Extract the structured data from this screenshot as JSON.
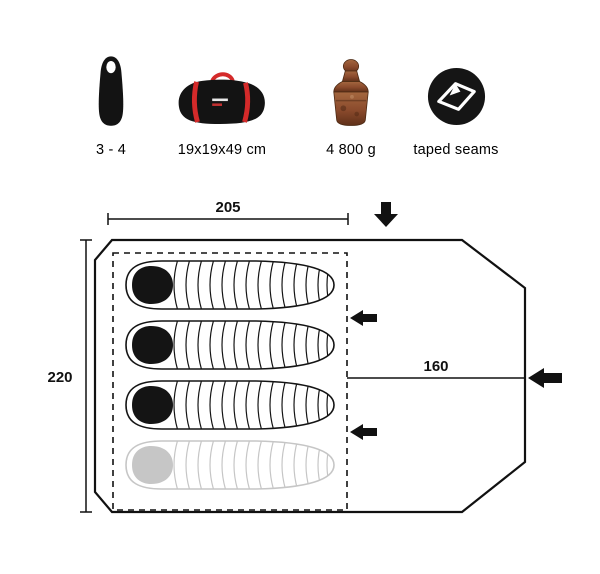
{
  "specs": {
    "items": [
      {
        "icon": "sleeping-bag-capacity-icon",
        "label": "3 - 4"
      },
      {
        "icon": "packed-bag-icon",
        "label": "19x19x49 cm"
      },
      {
        "icon": "weight-icon",
        "label": "4 800 g"
      },
      {
        "icon": "taped-seams-icon",
        "label": "taped seams"
      }
    ]
  },
  "floor_plan": {
    "dimensions": {
      "width": "205",
      "depth": "220",
      "inner_width": "160"
    },
    "sleeping_bags": {
      "count_black": 3,
      "count_gray": 1
    }
  },
  "colors": {
    "outline": "#111111",
    "accent_red": "#d42a2a",
    "weight_rust": "#8a4a2c",
    "gray_bag": "#c6c6c6"
  }
}
